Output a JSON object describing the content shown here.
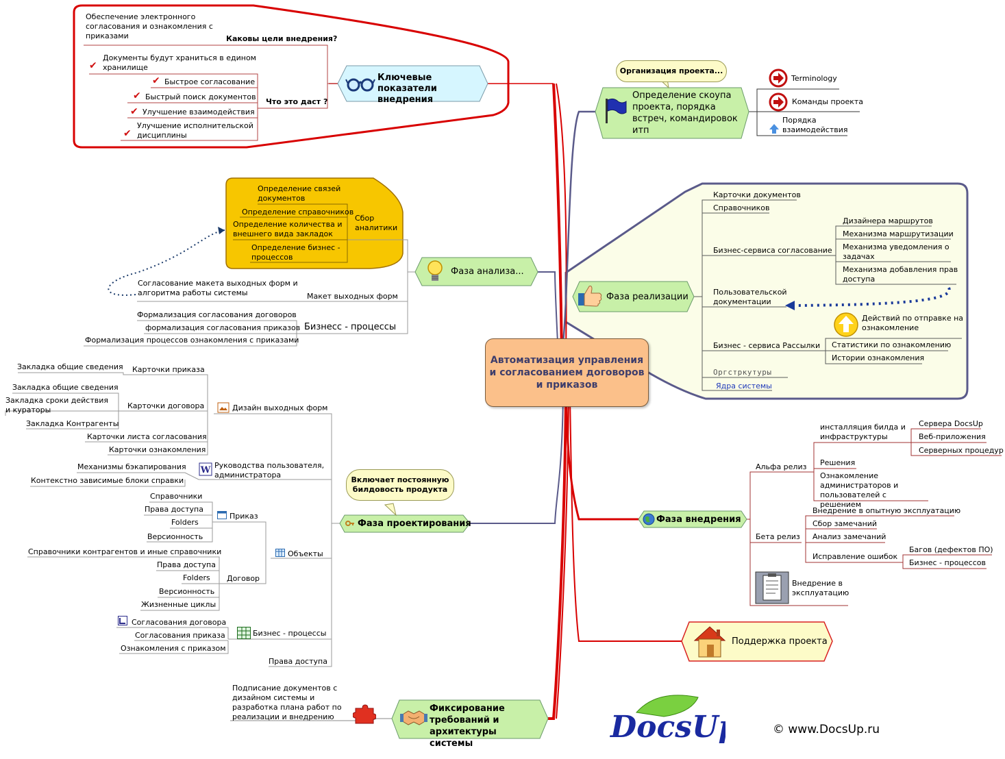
{
  "center_title": "Автоматизация управления и согласованием договоров и приказов",
  "branches": {
    "kpi": {
      "title": "Ключевые показатели внедрения",
      "goals_label": "Каковы цели внедрения?",
      "goals_item": "Обеспечение электронного согласования и ознакомления с приказами",
      "benefits_label": "Что это даст ?",
      "benefits": [
        "Документы будут храниться в едином хранилище",
        "Быстрое согласование",
        "Быстрый поиск документов",
        "Улучшение взаимодействия",
        "Улучшение исполнительской дисциплины"
      ]
    },
    "scope": {
      "title": "Определение скоупа проекта, порядка встреч, командировок итп",
      "callout": "Организация проекта...",
      "items": [
        "Terminology",
        "Команды проекта",
        "Порядка взаимодействия"
      ]
    },
    "analysis": {
      "title": "Фаза анализа...",
      "group_label": "Сбор аналитики",
      "group_items": [
        "Определение связей документов",
        "Определение справочников",
        "Определение количества и внешнего вида закладок",
        "Определение бизнес - процессов"
      ],
      "layout_label": "Макет выходных форм",
      "layout_item": "Согласование макета выходных форм и алгоритма работы системы",
      "bp_label": "Бизнесс - процессы",
      "bp_items": [
        "Формализация согласования договоров",
        "формализация согласования приказов",
        "Формализация процессов ознакомления с приказами"
      ]
    },
    "realization": {
      "title": "Фаза реализации",
      "items": {
        "cards": "Карточки документов",
        "refs": "Справочников",
        "approval": "Бизнес-сервиса согласование",
        "approval_sub": [
          "Дизайнера маршрутов",
          "Механизма маршрутизации",
          "Механизма уведомления о задачах",
          "Механизма добавления прав доступа"
        ],
        "docs": "Пользовательской документации",
        "actions": "Действий по отправке на ознакомление",
        "mailing": "Бизнес - сервиса Рассылки",
        "mailing_sub": [
          "Статистики по ознакомлению",
          "Истории ознакомления"
        ],
        "org": "Оргстркутуры",
        "core": "Ядра системы"
      }
    },
    "deploy": {
      "title": "Фаза внедрения",
      "alpha": "Альфа релиз",
      "alpha_install": "инсталляция билда и инфраструктуры",
      "alpha_install_sub": [
        "Сервера DocsUp",
        "Веб-приложения",
        "Серверных процедур"
      ],
      "alpha_solutions": "Решения",
      "alpha_intro": "Ознакомление администраторов и пользователей с решением",
      "beta": "Бета релиз",
      "beta_items": [
        "Внедрение в опытную эксплуатацию",
        "Сбор замечаний",
        "Анализ замечаний",
        "Исправление ошибок"
      ],
      "beta_fix_sub": [
        "Багов (дефектов ПО)",
        "Бизнес - процессов"
      ],
      "prod": "Внедрение в эксплуатацию"
    },
    "support": {
      "title": "Поддержка проекта"
    },
    "design": {
      "title": "Фаза проектирования",
      "callout": "Включает постоянную билдовость продукта",
      "forms_label": "Дизайн выходных форм",
      "order_card": "Карточки приказа",
      "order_card_sub": [
        "Закладка общие сведения"
      ],
      "contract_card": "Карточки договора",
      "contract_card_sub": [
        "Закладка общие сведения",
        "Закладка сроки действия и кураторы",
        "Закладка Контрагенты"
      ],
      "approval_card": "Карточки листа согласования",
      "ack_card": "Карточки ознакомления",
      "manuals_label": "Руководства пользователя, администратора",
      "manuals_sub": [
        "Механизмы бэкапирования",
        "Контекстно зависимые блоки справки"
      ],
      "objects_label": "Объекты",
      "order_label": "Приказ",
      "order_sub": [
        "Справочники",
        "Права доступа",
        "Folders",
        "Версионность"
      ],
      "contract_label": "Договор",
      "contract_sub": [
        "Справочники контрагентов и иные справочники",
        "Права доступа",
        "Folders",
        "Версионность",
        "Жизненные циклы"
      ],
      "bp_label": "Бизнес - процессы",
      "bp_sub": [
        "Согласования договора",
        "Согласования приказа",
        "Ознакомления с приказом"
      ],
      "access": "Права доступа"
    },
    "requirements": {
      "title": "Фиксирование требований и архитектуры системы",
      "note": "Подписание документов с дизайном системы и разработка плана работ по реализации и внедрению"
    }
  },
  "footer": {
    "logo_text": "DocsUp",
    "copyright": "© www.DocsUp.ru"
  },
  "colors": {
    "accent_red": "#cc0000",
    "branch_blue": "#5a5a8a",
    "node_green": "#c8f0a8",
    "kpi_cyan": "#d6f6ff",
    "center_orange": "#fbc08a",
    "analytics_yellow": "#f7c600",
    "realization_bg": "#fbfde8"
  },
  "icons": [
    "glasses-icon",
    "flag-icon",
    "lightbulb-icon",
    "thumbs-up-icon",
    "globe-icon",
    "house-icon",
    "handshake-icon",
    "key-icon",
    "checkmark-icon",
    "arrow-right-icon",
    "up-arrow-icon",
    "clipboard-icon",
    "word-icon",
    "puzzle-icon",
    "image-icon",
    "window-icon",
    "spreadsheet-icon"
  ]
}
